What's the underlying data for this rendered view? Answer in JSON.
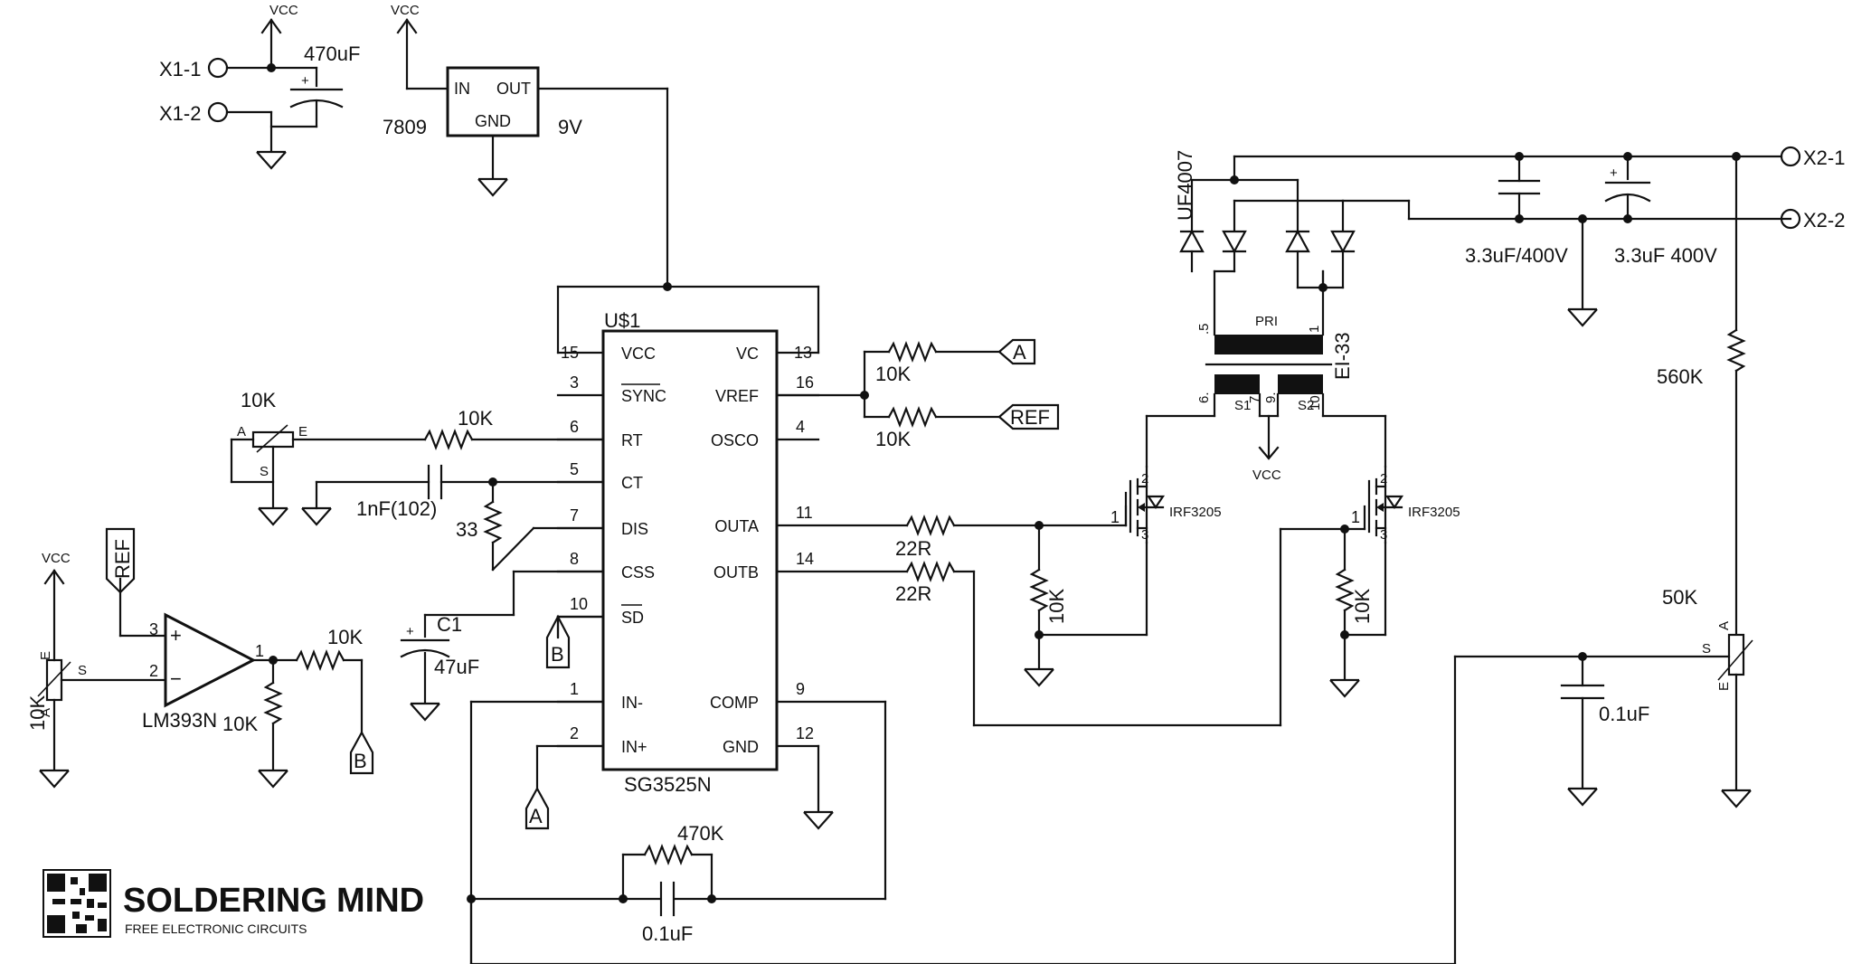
{
  "logo": {
    "brand_part1": "SOLDERING",
    "brand_part2": "MIND",
    "tagline": "FREE ELECTRONIC CIRCUITS",
    "brand_color": "#e02b20"
  },
  "power": {
    "vcc": "VCC",
    "x1_1": "X1-1",
    "x1_2": "X1-2",
    "x2_1": "X2-1",
    "x2_2": "X2-2",
    "cap_in": "470uF",
    "regulator": {
      "name": "7809",
      "in": "IN",
      "out": "OUT",
      "gnd": "GND",
      "vout": "9V"
    }
  },
  "ic": {
    "refdes": "U$1",
    "part": "SG3525N",
    "left_pins": [
      {
        "num": "15",
        "name": "VCC"
      },
      {
        "num": "3",
        "name": "SYNC"
      },
      {
        "num": "6",
        "name": "RT"
      },
      {
        "num": "5",
        "name": "CT"
      },
      {
        "num": "7",
        "name": "DIS"
      },
      {
        "num": "8",
        "name": "CSS"
      },
      {
        "num": "10",
        "name": "SD"
      },
      {
        "num": "1",
        "name": "IN-"
      },
      {
        "num": "2",
        "name": "IN+"
      }
    ],
    "right_pins": [
      {
        "num": "13",
        "name": "VC"
      },
      {
        "num": "16",
        "name": "VREF"
      },
      {
        "num": "4",
        "name": "OSCO"
      },
      {
        "num": "11",
        "name": "OUTA"
      },
      {
        "num": "14",
        "name": "OUTB"
      },
      {
        "num": "9",
        "name": "COMP"
      },
      {
        "num": "12",
        "name": "GND"
      }
    ]
  },
  "components": {
    "pot_rt": "10K",
    "pot_a": "A",
    "pot_e": "E",
    "pot_s": "S",
    "r_rt": "10K",
    "c_ct": "1nF(102)",
    "r_dis": "33",
    "c_css_ref": "C1",
    "c_css": "47uF",
    "r_vref_a": "10K",
    "r_vref_ref": "10K",
    "r_gate_a": "22R",
    "r_gate_b": "22R",
    "r_pd_a": "10K",
    "r_pd_b": "10K",
    "mosfet_a": "IRF3205",
    "mosfet_b": "IRF3205",
    "r_fb": "470K",
    "c_fb": "0.1uF",
    "comparator": "LM393N",
    "pot_comp": "10K",
    "r_comp_out": "10K",
    "r_comp_pd": "10K",
    "diodes": "UF4007",
    "transformer": "EI-33",
    "transformer_pri": "PRI",
    "transformer_s1": "S1",
    "transformer_s2": "S2",
    "c_out_1": "3.3uF/400V",
    "c_out_2": "3.3uF 400V",
    "r_div": "560K",
    "pot_fb": "50K",
    "c_div": "0.1uF"
  },
  "tags": {
    "a": "A",
    "b": "B",
    "ref": "REF"
  }
}
